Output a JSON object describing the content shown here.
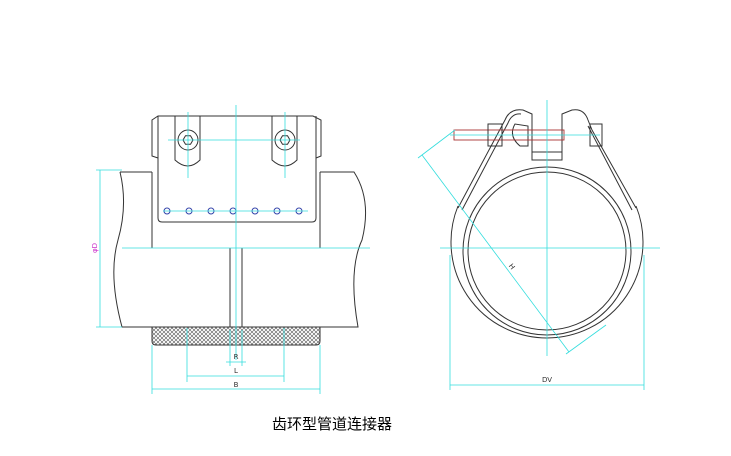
{
  "caption": "齿环型管道连接器",
  "labels": {
    "diameter": "φD",
    "r": "R",
    "l": "L",
    "b": "B",
    "dv": "DV",
    "h": "H"
  },
  "colors": {
    "line": "#333333",
    "centerline": "#33dddd",
    "diameter_label": "#cc33cc",
    "bolt": "#aa3333",
    "dots": "#3344aa"
  }
}
